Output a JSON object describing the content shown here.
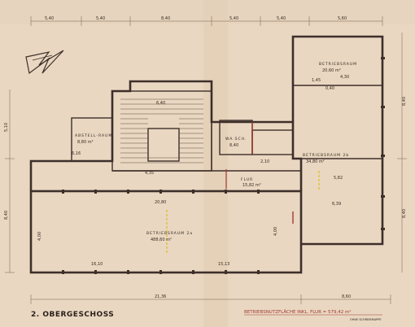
{
  "title": "2. OBERGESCHOSS",
  "summary": {
    "text": "BETRIEBSNUTZFLÄCHE INKL. FLUR = 579,42 m²",
    "note": "OHNE SCHREIBMAPPE"
  },
  "rooms": {
    "betriebsraum_main": {
      "name": "BETRIEBSRAUM 2a",
      "area": "488,60 m²"
    },
    "betriebsraum_ne": {
      "name": "BETRIEBSRAUM",
      "area": "20,60 m²"
    },
    "betriebsraum_right": {
      "name": "BETRIEBSRAUM 2b",
      "area": "34,80 m²"
    },
    "abstellraum": {
      "name": "ABSTELL-RAUM",
      "area": "8,80 m²"
    },
    "flur": {
      "name": "FLUR",
      "area": "15,82 m²"
    },
    "waschraum": {
      "name": "WA.SCH.",
      "area": "8,40"
    }
  },
  "dimensions": {
    "top": [
      "5,40",
      "5,40",
      "8,40",
      "5,40",
      "5,40",
      "5,60"
    ],
    "bottom": [
      "21,36",
      "8,60"
    ],
    "left": [
      "5,10",
      "8,40"
    ],
    "right": [
      "8,40",
      "8,40"
    ],
    "interior": [
      "20,80",
      "4,35",
      "6,40",
      "4,00",
      "16,10",
      "15,13",
      "6,39",
      "5,82",
      "4,30",
      "4,00",
      "1,45",
      "2,10",
      "6,16",
      "0,40"
    ]
  },
  "colors": {
    "paper": "#e9d7c1",
    "ink": "#3d2f2a",
    "red_ink": "#a23a33",
    "yellow_marker": "#e2c24a"
  }
}
